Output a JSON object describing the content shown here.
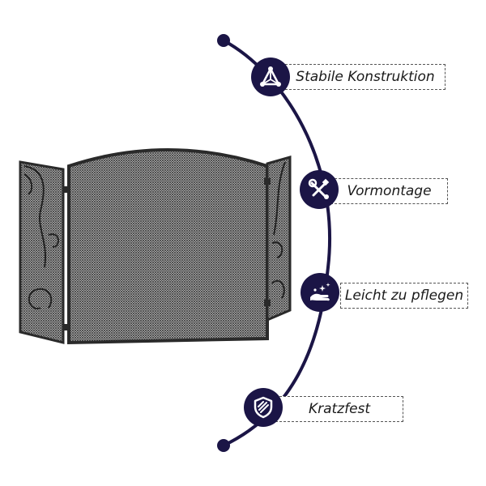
{
  "colors": {
    "accent": "#1b1546",
    "frame": "#2a2a2a",
    "mesh": "#3c3c3c",
    "label_border": "#555555",
    "text": "#1a1a1a"
  },
  "features": [
    {
      "label": "Stabile Konstruktion",
      "icon": "triangle-structure-icon"
    },
    {
      "label": "Vormontage",
      "icon": "wrench-screwdriver-icon"
    },
    {
      "label": "Leicht zu pflegen",
      "icon": "hand-cleaning-icon"
    },
    {
      "label": "Kratzfest",
      "icon": "shield-icon"
    }
  ]
}
